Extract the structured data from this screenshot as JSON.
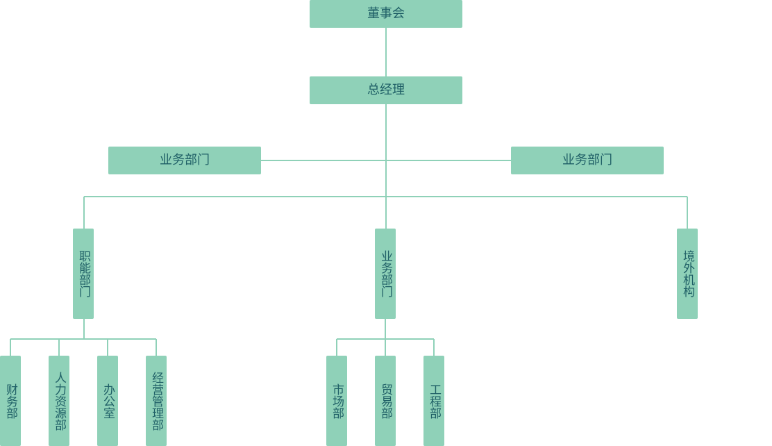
{
  "org_chart": {
    "board": "董事会",
    "general_manager": "总经理",
    "side_left": "业务部门",
    "side_right": "业务部门",
    "branches": {
      "functional": "职能部门",
      "business": "业务部门",
      "overseas": "境外机构"
    },
    "functional_departments": {
      "finance": "财务部",
      "hr": "人力资源部",
      "office": "办公室",
      "operations": "经营管理部"
    },
    "business_departments": {
      "market": "市场部",
      "trade": "贸易部",
      "engineering": "工程部"
    }
  },
  "colors": {
    "node_fill": "#8fd1b8",
    "connector": "#8fd1b8",
    "text": "#1f5f66"
  }
}
